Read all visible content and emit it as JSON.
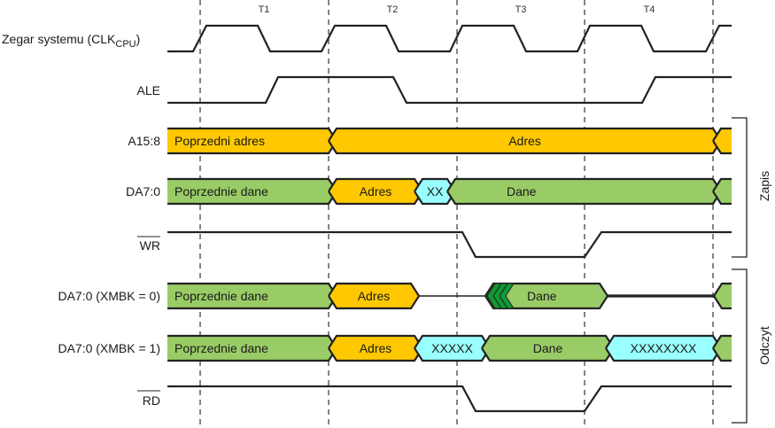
{
  "diagram": {
    "type": "timing-diagram",
    "cycles": [
      "T1",
      "T2",
      "T3",
      "T4"
    ],
    "colors": {
      "address": "#ffc800",
      "data": "#99cc66",
      "invalid": "#99ffff",
      "transition": "#119933",
      "line": "#222222"
    },
    "signals": [
      {
        "id": "clk",
        "label": "Zegar systemu (CLK",
        "label_sub": "CPU",
        "label_suffix": ")"
      },
      {
        "id": "ale",
        "label": "ALE"
      },
      {
        "id": "a15",
        "label": "A15:8"
      },
      {
        "id": "da",
        "label": "DA7:0"
      },
      {
        "id": "wr",
        "label": "WR",
        "overbar": true
      },
      {
        "id": "da0",
        "label": "DA7:0 (XMBK = 0)"
      },
      {
        "id": "da1",
        "label": "DA7:0 (XMBK = 1)"
      },
      {
        "id": "rd",
        "label": "RD",
        "overbar": true
      }
    ],
    "segments": {
      "a15": [
        {
          "text": "Poprzedni adres",
          "kind": "address"
        },
        {
          "text": "Adres",
          "kind": "address"
        }
      ],
      "da": [
        {
          "text": "Poprzednie dane",
          "kind": "data"
        },
        {
          "text": "Adres",
          "kind": "address"
        },
        {
          "text": "XX",
          "kind": "invalid"
        },
        {
          "text": "Dane",
          "kind": "data"
        }
      ],
      "da0": [
        {
          "text": "Poprzednie dane",
          "kind": "data"
        },
        {
          "text": "Adres",
          "kind": "address"
        },
        {
          "text": "Dane",
          "kind": "data"
        }
      ],
      "da1": [
        {
          "text": "Poprzednie dane",
          "kind": "data"
        },
        {
          "text": "Adres",
          "kind": "address"
        },
        {
          "text": "XXXXX",
          "kind": "invalid"
        },
        {
          "text": "Dane",
          "kind": "data"
        },
        {
          "text": "XXXXXXXX",
          "kind": "invalid"
        }
      ]
    },
    "groups": [
      {
        "label": "Zapis",
        "signals": [
          "a15",
          "da",
          "wr"
        ]
      },
      {
        "label": "Odczyt",
        "signals": [
          "da0",
          "da1",
          "rd"
        ]
      }
    ]
  }
}
